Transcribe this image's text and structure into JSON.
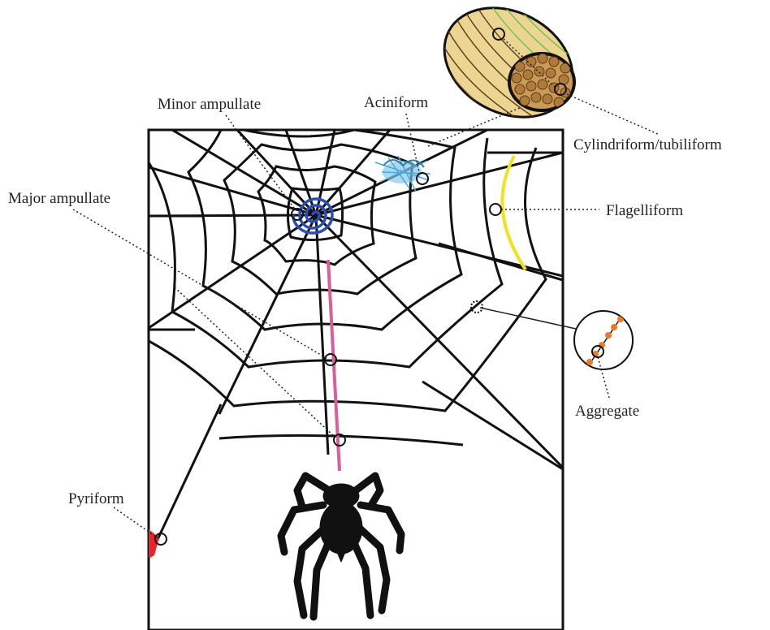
{
  "labels": {
    "minor_ampullate": "Minor ampullate",
    "aciniform": "Aciniform",
    "cylindriform": "Cylindriform/tubiliform",
    "major_ampullate": "Major ampullate",
    "flagelliform": "Flagelliform",
    "aggregate": "Aggregate",
    "pyriform": "Pyriform"
  },
  "colors": {
    "web": "#111111",
    "minor_ampullate": "#2b4db8",
    "aciniform": "#4aa9d8",
    "major_ampullate": "#d6609b",
    "flagelliform": "#f2e11d",
    "aggregate": "#f07a2a",
    "pyriform": "#e8262a",
    "egg_case": "#ecd493",
    "egg_case_lines": "#5a3b1a",
    "egg_case_green": "#6dc24a",
    "eggs": "#b07a3d",
    "spider": "#111111"
  }
}
